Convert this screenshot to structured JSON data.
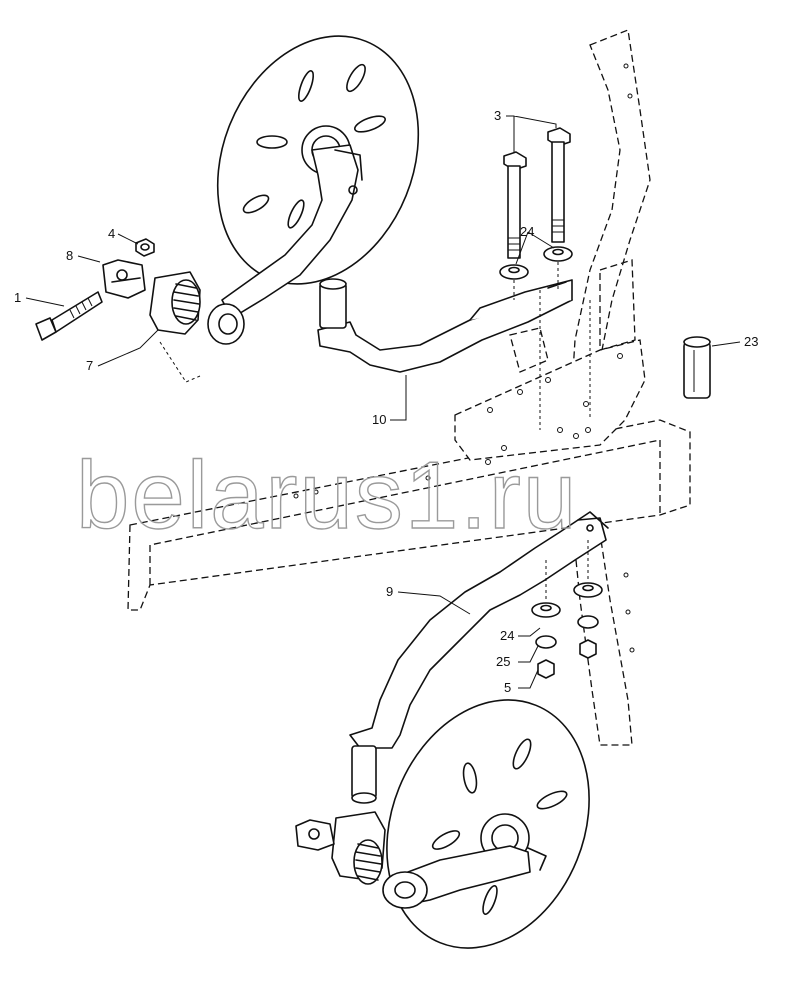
{
  "watermark": "belarus1.ru",
  "corner_mark": "",
  "callouts": [
    {
      "id": "1",
      "text": "1"
    },
    {
      "id": "3",
      "text": "3"
    },
    {
      "id": "4",
      "text": "4"
    },
    {
      "id": "5",
      "text": "5"
    },
    {
      "id": "7",
      "text": "7"
    },
    {
      "id": "8",
      "text": "8"
    },
    {
      "id": "9",
      "text": "9"
    },
    {
      "id": "10",
      "text": "10"
    },
    {
      "id": "23",
      "text": "23"
    },
    {
      "id": "24a",
      "text": "24"
    },
    {
      "id": "24b",
      "text": "24"
    },
    {
      "id": "25",
      "text": "25"
    }
  ]
}
